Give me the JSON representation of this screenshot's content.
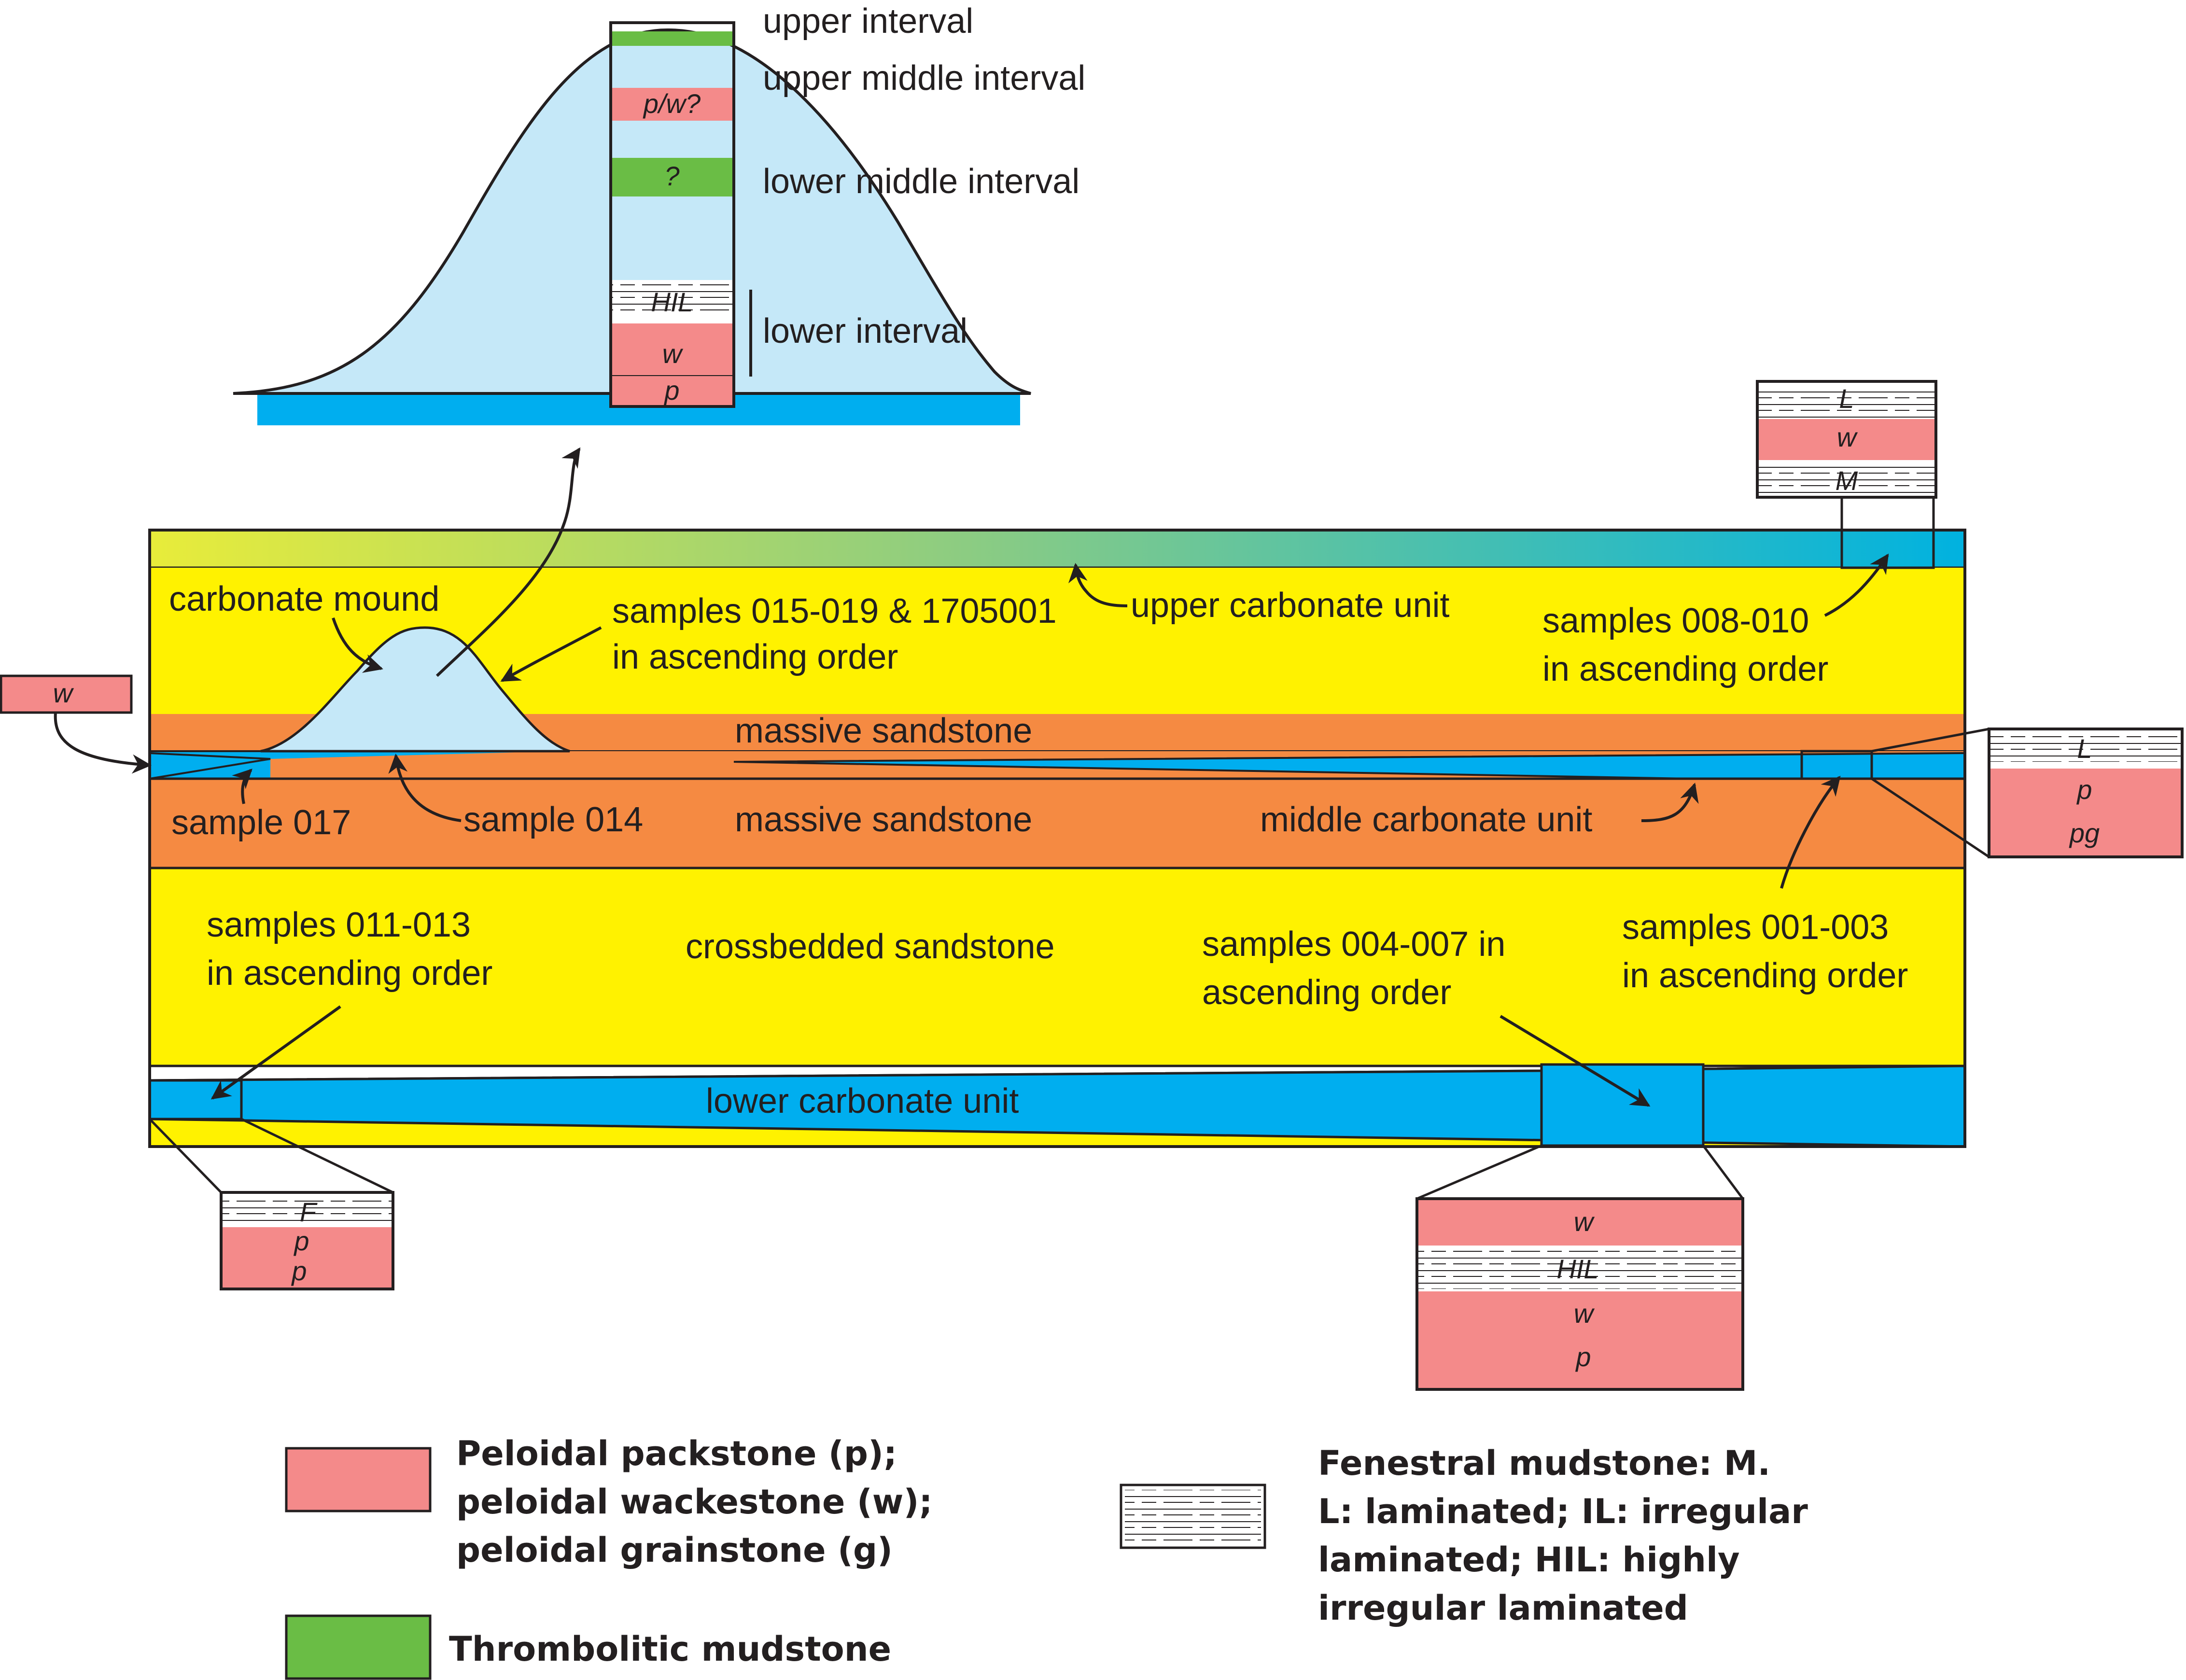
{
  "colors": {
    "sandstone_yellow": "#fff200",
    "massive_sandstone_orange": "#f58a42",
    "carbonate_blue": "#00aeef",
    "mound_lightblue": "#c5e8f8",
    "packstone_pink": "#f48a8a",
    "thrombolitic_green": "#6abd45",
    "gradient_start": "#e8ec3a",
    "gradient_end": "#00b2e0"
  },
  "mound_column": {
    "upper_interval": "upper interval",
    "upper_middle_interval": "upper middle interval",
    "lower_middle_interval": "lower middle interval",
    "lower_interval": "lower interval",
    "code_pw": "p/w?",
    "code_q": "?",
    "code_hil": "HIL",
    "code_w": "w",
    "code_p": "p"
  },
  "section_labels": {
    "carbonate_mound": "carbonate mound",
    "samples_015_019_line1": "samples 015-019 & 1705001",
    "samples_015_019_line2": "in ascending order",
    "upper_carbonate_unit": "upper carbonate unit",
    "samples_008_010_line1": "samples 008-010",
    "samples_008_010_line2": "in ascending order",
    "massive_sandstone_upper": "massive sandstone",
    "massive_sandstone_lower": "massive sandstone",
    "sample_017": "sample 017",
    "sample_014": "sample 014",
    "middle_carbonate_unit": "middle carbonate unit",
    "samples_011_013_line1": "samples 011-013",
    "samples_011_013_line2": "in ascending order",
    "crossbedded_sandstone": "crossbedded sandstone",
    "samples_004_007_line1": "samples 004-007 in",
    "samples_004_007_line2": "ascending order",
    "samples_001_003_line1": "samples 001-003",
    "samples_001_003_line2": "in ascending order",
    "lower_carbonate_unit": "lower carbonate unit"
  },
  "mini_columns": {
    "top_right": [
      "L",
      "w",
      "M"
    ],
    "left_w": "w",
    "right_mid": [
      "L",
      "p",
      "pg"
    ],
    "bottom_left": [
      "F",
      "p",
      "p"
    ],
    "bottom_right": [
      "w",
      "HIL",
      "w",
      "p"
    ]
  },
  "legend": {
    "pink_line1": "Peloidal packstone (p);",
    "pink_line2": "peloidal wackestone (w);",
    "pink_line3": "peloidal grainstone (g)",
    "green_label": "Thrombolitic mudstone",
    "fen_line1": "Fenestral mudstone: M.",
    "fen_line2": "L: laminated; IL: irregular",
    "fen_line3": "laminated; HIL: highly",
    "fen_line4": "irregular laminated"
  }
}
